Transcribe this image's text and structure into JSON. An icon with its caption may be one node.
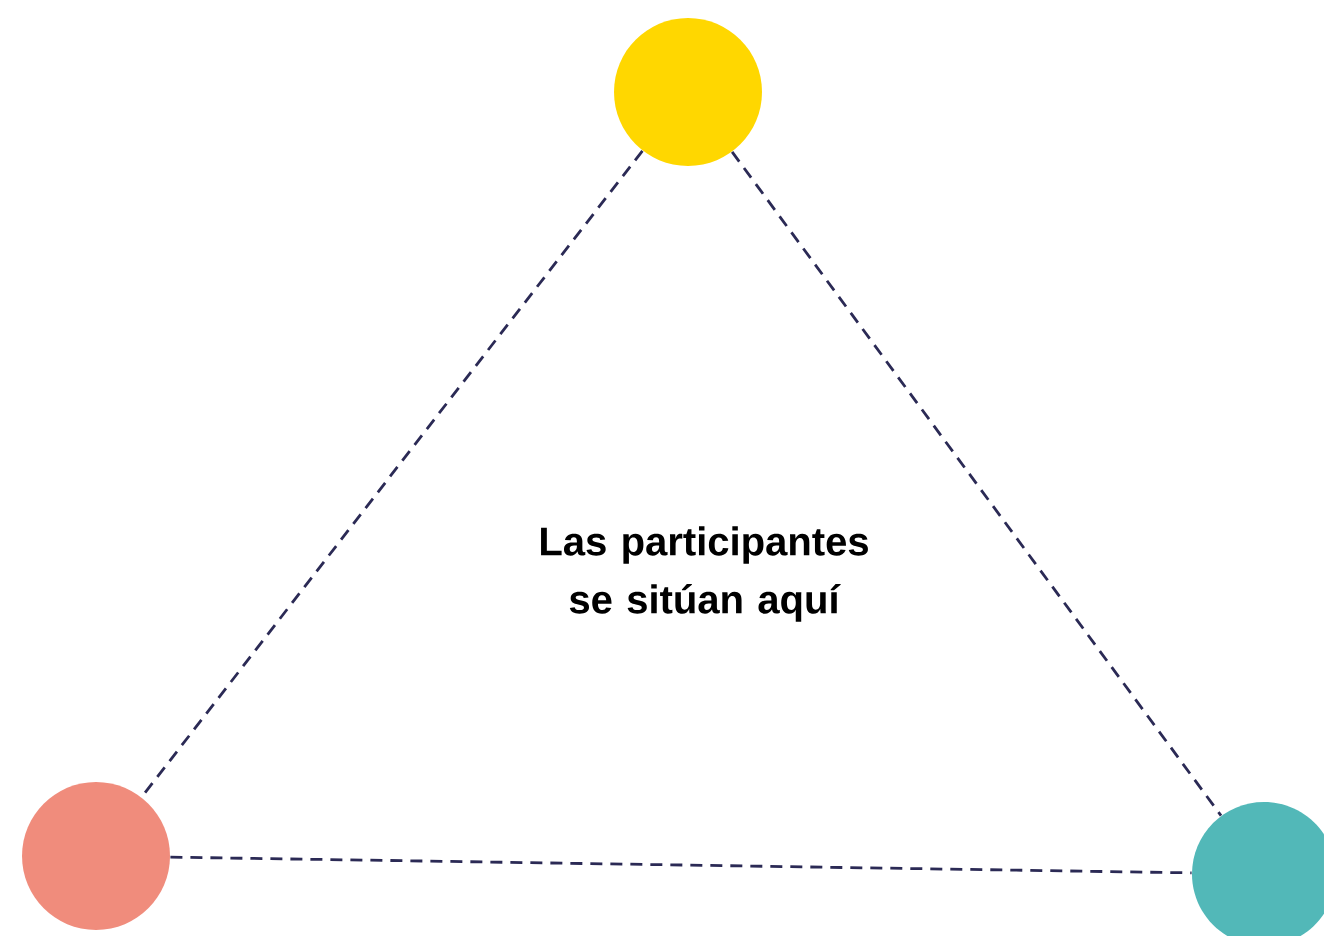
{
  "diagram": {
    "nodes": [
      {
        "text": [],
        "shape": "circle"
      },
      {
        "text": [],
        "shape": "circle"
      },
      {
        "text": [],
        "shape": "circle"
      }
    ],
    "edges": [
      {
        "from": 0,
        "to": 1,
        "arrow": "none",
        "style": "dashed"
      },
      {
        "from": 0,
        "to": 2,
        "arrow": "none",
        "style": "dashed"
      },
      {
        "from": 1,
        "to": 2,
        "arrow": "none",
        "style": "dashed"
      }
    ],
    "labels": [
      "Las participantes se sitúan aquí"
    ]
  }
}
